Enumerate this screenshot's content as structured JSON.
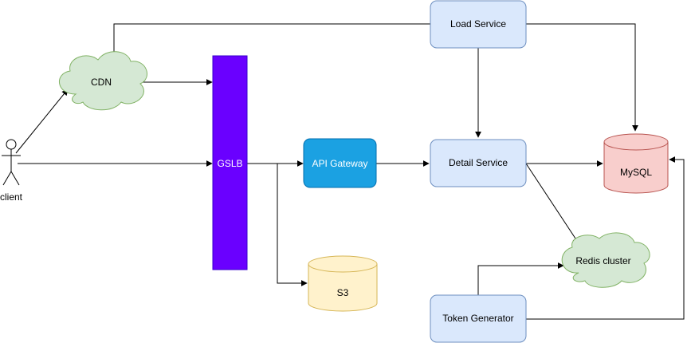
{
  "diagram": {
    "nodes": {
      "client": {
        "label": "client"
      },
      "cdn": {
        "label": "CDN"
      },
      "gslb": {
        "label": "GSLB"
      },
      "api_gateway": {
        "label": "API Gateway"
      },
      "load_service": {
        "label": "Load Service"
      },
      "detail_service": {
        "label": "Detail Service"
      },
      "mysql": {
        "label": "MySQL"
      },
      "redis_cluster": {
        "label": "Redis cluster"
      },
      "s3": {
        "label": "S3"
      },
      "token_generator": {
        "label": "Token Generator"
      }
    },
    "colors": {
      "service_fill": "#dae8fc",
      "service_stroke": "#6c8ebf",
      "cloud_fill": "#d5e8d4",
      "cloud_stroke": "#82b366",
      "gslb_fill": "#6a00ff",
      "gslb_stroke": "#3700cc",
      "api_fill": "#1ba1e2",
      "api_stroke": "#006eaf",
      "db_fill": "#f8cecc",
      "db_stroke": "#b85450",
      "s3_fill": "#fff2cc",
      "s3_stroke": "#d6b656",
      "edge": "#000000"
    },
    "edges": [
      {
        "from": "client",
        "to": "cdn"
      },
      {
        "from": "client",
        "to": "gslb"
      },
      {
        "from": "cdn",
        "to": "gslb"
      },
      {
        "from": "load_service",
        "to": "cdn"
      },
      {
        "from": "load_service",
        "to": "detail_service"
      },
      {
        "from": "load_service",
        "to": "mysql"
      },
      {
        "from": "gslb",
        "to": "api_gateway"
      },
      {
        "from": "gslb",
        "to": "s3"
      },
      {
        "from": "api_gateway",
        "to": "detail_service"
      },
      {
        "from": "detail_service",
        "to": "mysql"
      },
      {
        "from": "detail_service",
        "to": "redis_cluster"
      },
      {
        "from": "token_generator",
        "to": "redis_cluster"
      },
      {
        "from": "token_generator",
        "to": "mysql"
      }
    ]
  }
}
